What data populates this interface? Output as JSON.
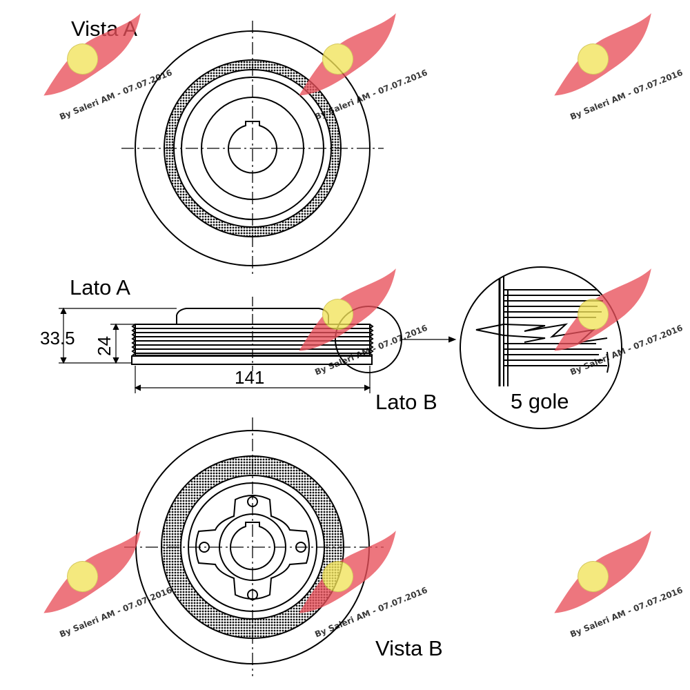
{
  "labels": {
    "vista_a": "Vista A",
    "lato_a": "Lato A",
    "lato_b": "Lato B",
    "vista_b": "Vista B",
    "grooves": "5 gole"
  },
  "dimensions": {
    "overall_height": "33.5",
    "belt_height": "24",
    "diameter": "141"
  },
  "watermark": {
    "text": "By Saleri AM - 07.07.2016",
    "wing_color": "#e8505a",
    "badge_color": "#f2e35a"
  },
  "colors": {
    "line": "#000000",
    "dotted_fill": "#1a1a1a",
    "background": "#ffffff"
  }
}
